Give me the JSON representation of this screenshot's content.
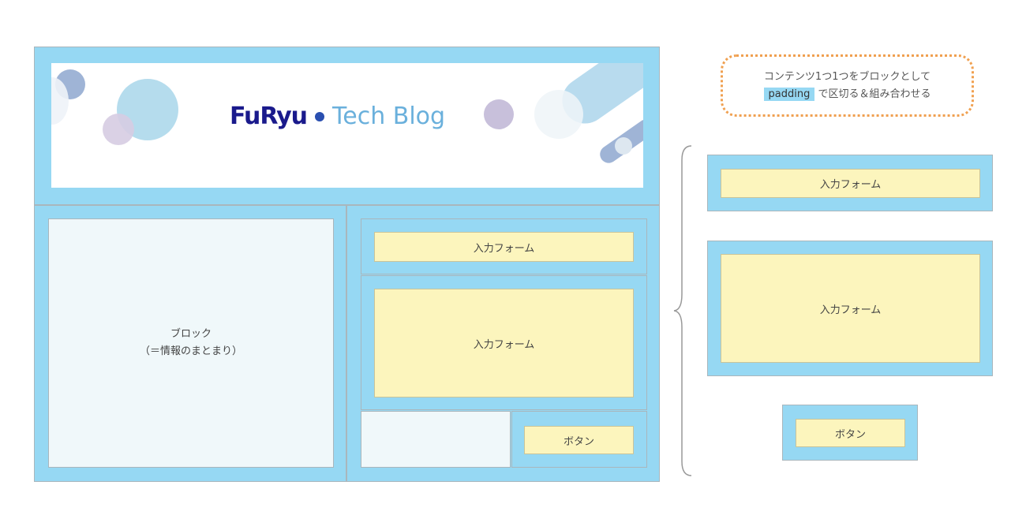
{
  "header": {
    "logo_brand": "FuRyu",
    "logo_title": "Tech Blog"
  },
  "left_block": {
    "line1": "ブロック",
    "line2": "（＝情報のまとまり）"
  },
  "right_column": {
    "form1": "入力フォーム",
    "form2": "入力フォーム",
    "button": "ボタン"
  },
  "note": {
    "line1": "コンテンツ1つ1つをブロックとして",
    "highlight": "padding",
    "line2_rest": "で区切る＆組み合わせる"
  },
  "components": {
    "form_small": "入力フォーム",
    "form_large": "入力フォーム",
    "button": "ボタン"
  },
  "colors": {
    "padding_blue": "#96d8f3",
    "form_yellow": "#fcf5bd",
    "note_orange": "#f0a050",
    "logo_navy": "#1a1a8c",
    "logo_light": "#6ab0dc"
  }
}
